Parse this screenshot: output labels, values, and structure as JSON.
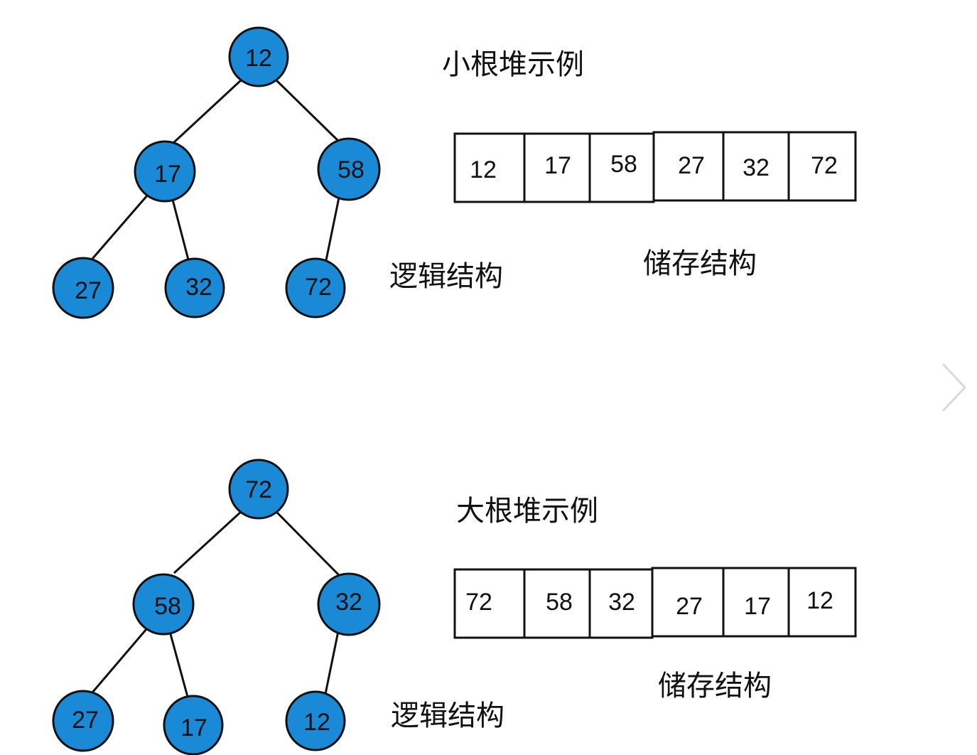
{
  "examples": [
    {
      "title": "小根堆示例",
      "logical_label": "逻辑结构",
      "storage_label": "储存结构",
      "tree": {
        "root": "12",
        "left": "17",
        "right": "58",
        "left_left": "27",
        "left_right": "32",
        "right_left": "72"
      },
      "array": [
        "12",
        "17",
        "58",
        "27",
        "32",
        "72"
      ]
    },
    {
      "title": "大根堆示例",
      "logical_label": "逻辑结构",
      "storage_label": "储存结构",
      "tree": {
        "root": "72",
        "left": "58",
        "right": "32",
        "left_left": "27",
        "left_right": "17",
        "right_left": "12"
      },
      "array": [
        "72",
        "58",
        "32",
        "27",
        "17",
        "12"
      ]
    }
  ],
  "colors": {
    "node_fill": "#1b8ad6",
    "stroke": "#111111",
    "arrow": "#d9d9d9"
  },
  "icons": {
    "next": "chevron-right-icon"
  }
}
